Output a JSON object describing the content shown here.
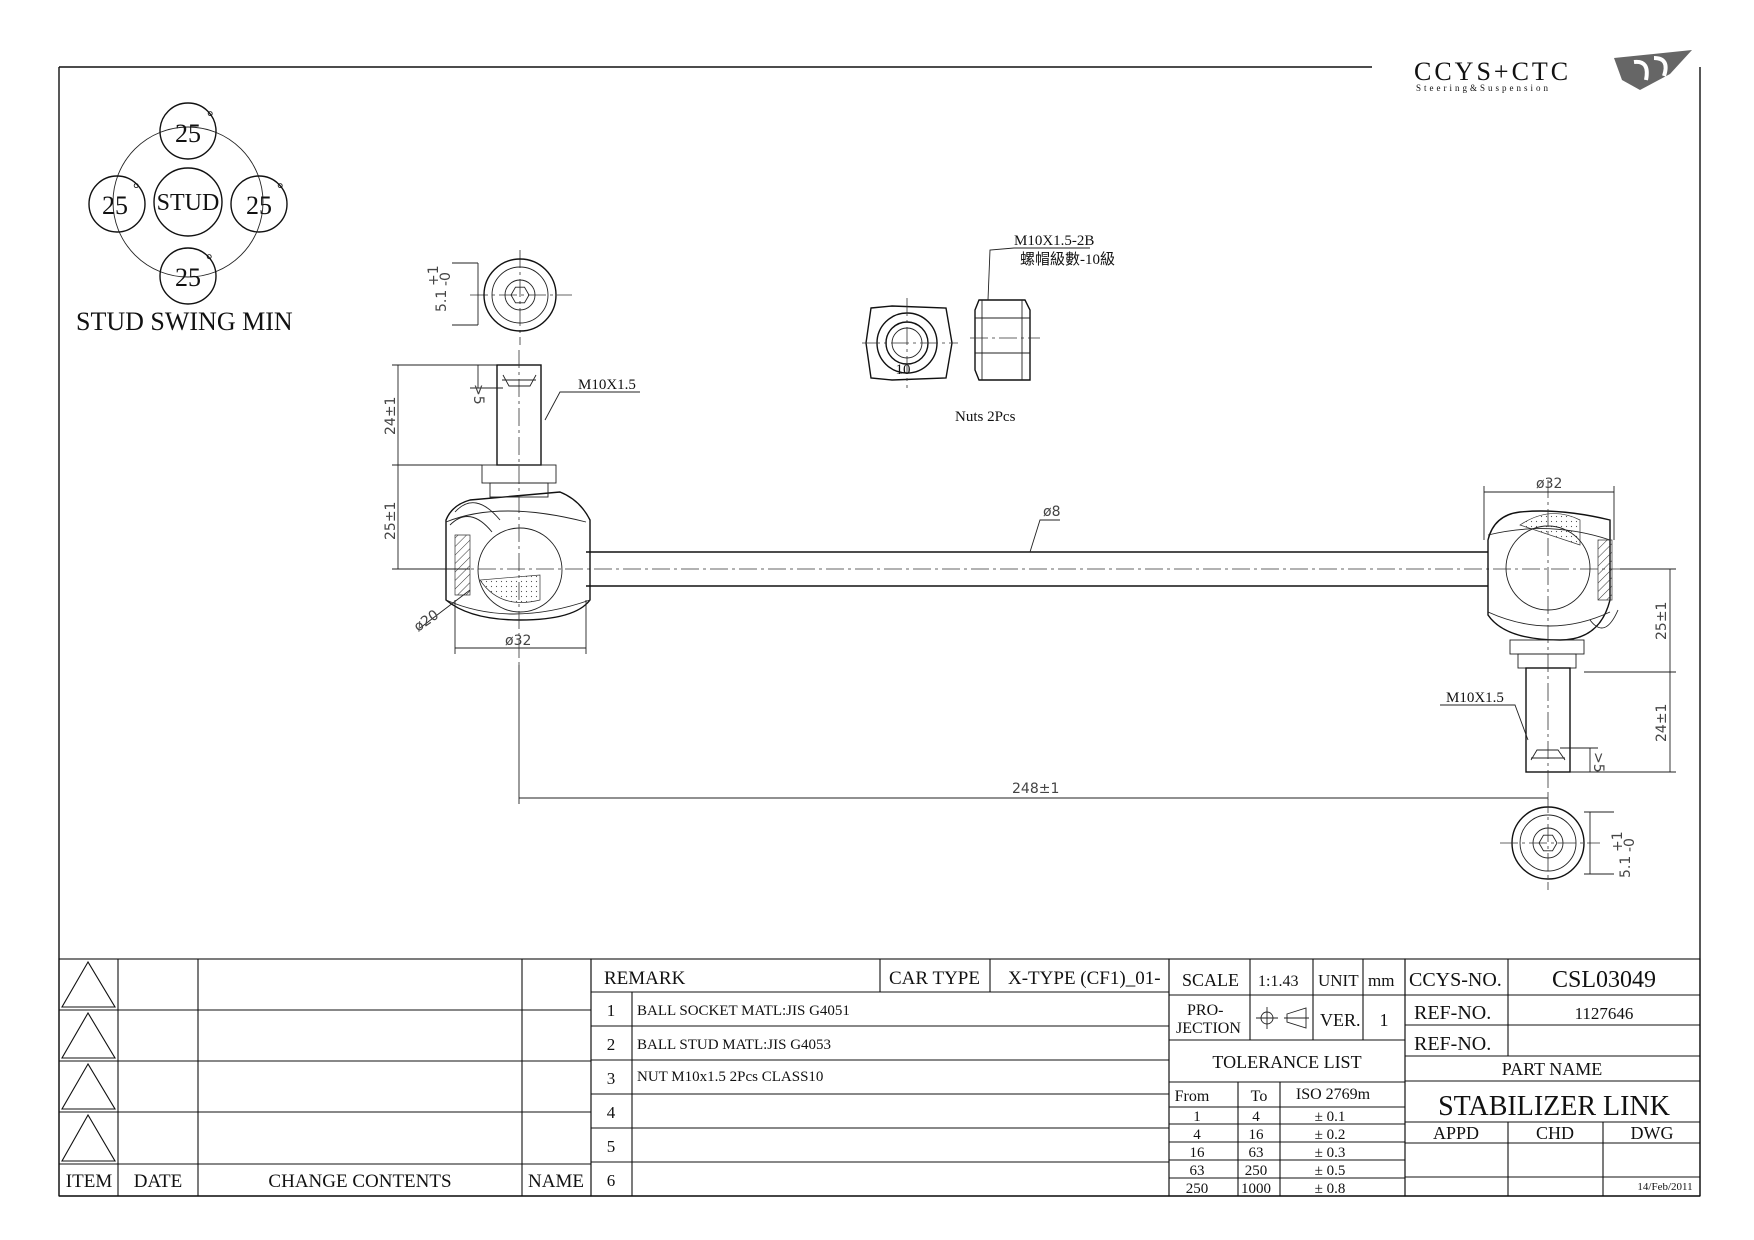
{
  "logo": {
    "brand": "CCYS+CTC",
    "tagline": "Steering&Suspension"
  },
  "stud_swing": {
    "title": "STUD SWING MIN",
    "center": "STUD",
    "top": "25",
    "left": "25",
    "right": "25",
    "bottom": "25",
    "degree": "°"
  },
  "nut_callout": {
    "thread": "M10X1.5-2B",
    "grade": "螺帽級數-10級",
    "size": "10",
    "qty": "Nuts 2Pcs"
  },
  "dims": {
    "hex_depth": "5.1",
    "hex_tol_plus": "+1",
    "hex_tol_minus": "-0",
    "left_tip": ">5",
    "left_thread": "M10X1.5",
    "left_stud_len": "24±1",
    "left_body_len": "25±1",
    "ball_dia": "ø20",
    "left_dia": "ø32",
    "rod_dia": "ø8",
    "right_dia": "ø32",
    "right_body_len": "25±1",
    "right_thread": "M10X1.5",
    "right_stud_len": "24±1",
    "right_tip": ">5",
    "overall": "248±1"
  },
  "revision_block": {
    "headers": {
      "item": "ITEM",
      "date": "DATE",
      "change": "CHANGE CONTENTS",
      "name": "NAME"
    }
  },
  "remarks": {
    "header": "REMARK",
    "car_type_label": "CAR TYPE",
    "car_type": "X-TYPE (CF1)_01-",
    "rows": [
      {
        "no": "1",
        "text": "BALL SOCKET MATL:JIS  G4051"
      },
      {
        "no": "2",
        "text": "BALL STUD MATL:JIS G4053"
      },
      {
        "no": "3",
        "text": "NUT M10x1.5 2Pcs CLASS10"
      },
      {
        "no": "4",
        "text": ""
      },
      {
        "no": "5",
        "text": ""
      },
      {
        "no": "6",
        "text": ""
      }
    ]
  },
  "scale_block": {
    "scale_label": "SCALE",
    "scale": "1:1.43",
    "unit_label": "UNIT",
    "unit": "mm",
    "projection_label_1": "PRO-",
    "projection_label_2": "JECTION",
    "ver_label": "VER.",
    "ver": "1",
    "tolerance_title": "TOLERANCE LIST",
    "tol_headers": {
      "from": "From",
      "to": "To",
      "std": "ISO 2769m"
    },
    "tol_rows": [
      {
        "from": "1",
        "to": "4",
        "tol": "± 0.1"
      },
      {
        "from": "4",
        "to": "16",
        "tol": "± 0.2"
      },
      {
        "from": "16",
        "to": "63",
        "tol": "± 0.3"
      },
      {
        "from": "63",
        "to": "250",
        "tol": "± 0.5"
      },
      {
        "from": "250",
        "to": "1000",
        "tol": "± 0.8"
      }
    ]
  },
  "title_block": {
    "ccys_label": "CCYS-NO.",
    "ccys_no": "CSL03049",
    "ref1_label": "REF-NO.",
    "ref1": "1127646",
    "ref2_label": "REF-NO.",
    "ref2": "",
    "part_name_label": "PART NAME",
    "part_name": "STABILIZER LINK",
    "appd": "APPD",
    "chd": "CHD",
    "dwg": "DWG",
    "date": "14/Feb/2011"
  }
}
